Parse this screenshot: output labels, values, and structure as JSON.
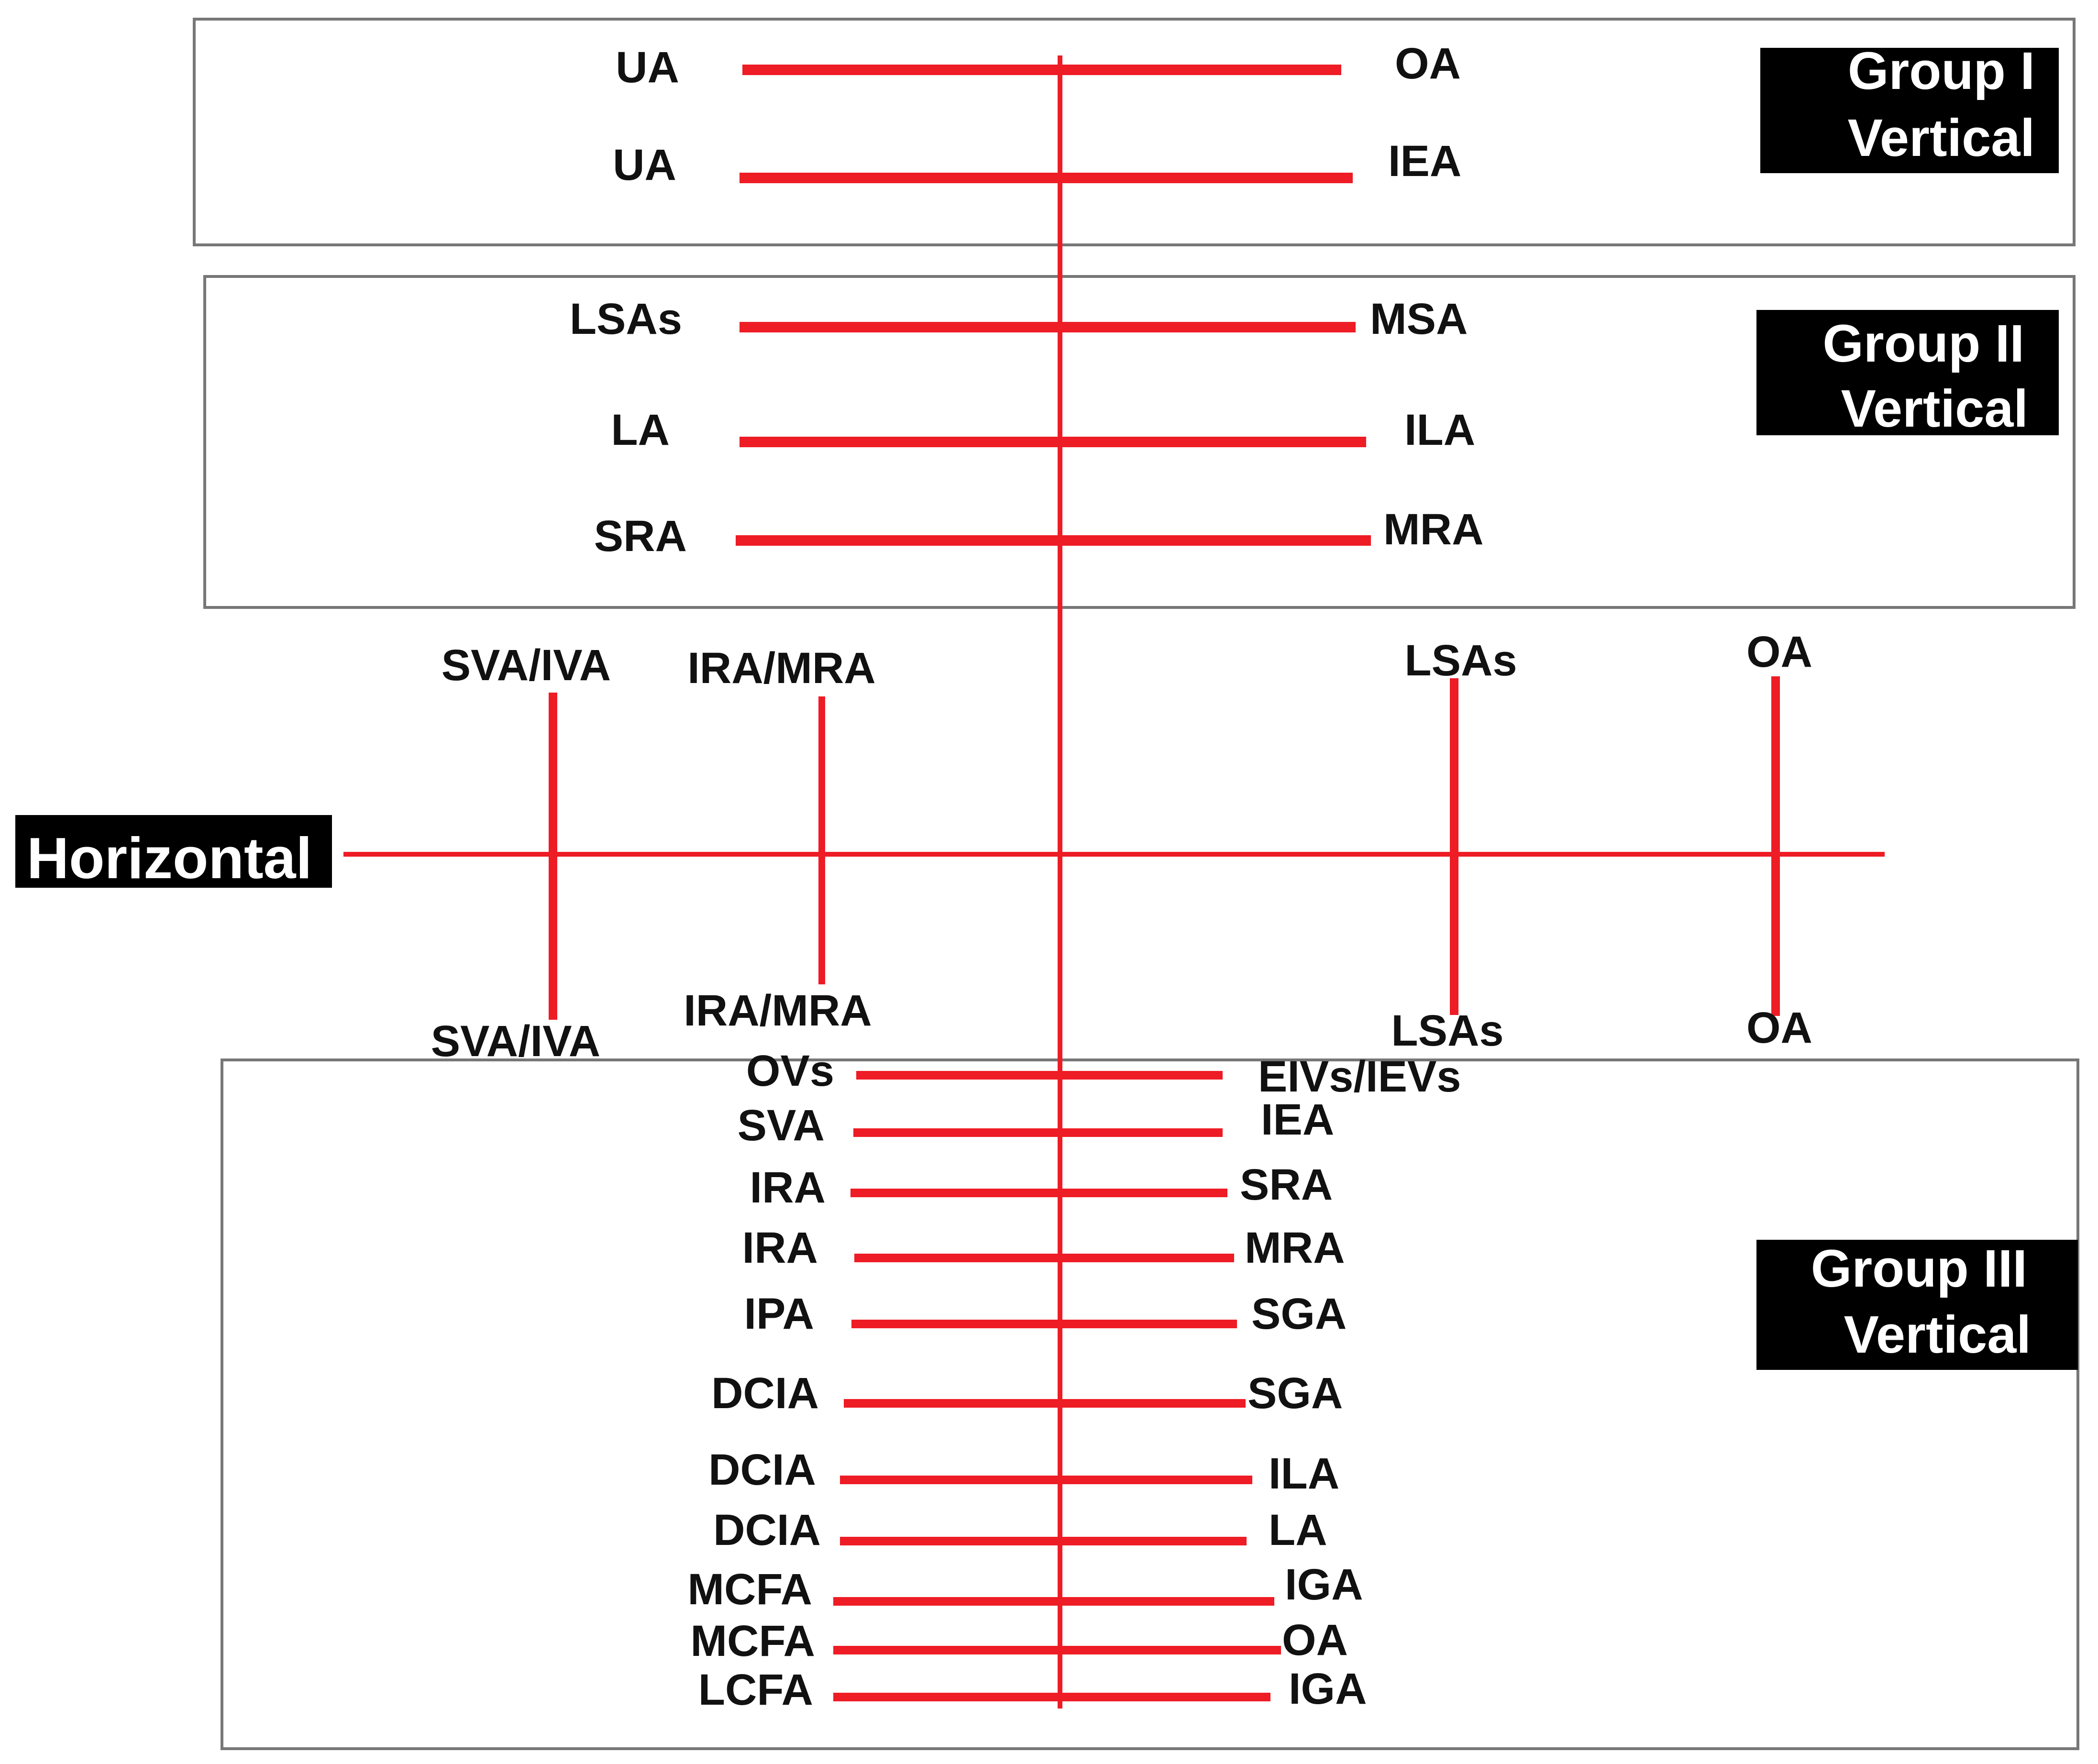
{
  "colors": {
    "connector": "#ee1c25",
    "label_box": "#000000",
    "box_border": "#777777"
  },
  "group1": {
    "label_line1": "Group I",
    "label_line2": "Vertical",
    "rows": [
      {
        "left": "UA",
        "right": "OA"
      },
      {
        "left": "UA",
        "right": "IEA"
      }
    ]
  },
  "group2": {
    "label_line1": "Group II",
    "label_line2": "Vertical",
    "rows": [
      {
        "left": "LSAs",
        "right": "MSA"
      },
      {
        "left": "LA",
        "right": "ILA"
      },
      {
        "left": "SRA",
        "right": "MRA"
      }
    ]
  },
  "horizontal": {
    "label": "Horizontal",
    "connectors": [
      {
        "top": "SVA/IVA",
        "bottom": "SVA/IVA"
      },
      {
        "top": "IRA/MRA",
        "bottom": "IRA/MRA"
      },
      {
        "top": "LSAs",
        "bottom": "LSAs"
      },
      {
        "top": "OA",
        "bottom": "OA"
      }
    ]
  },
  "group3": {
    "label_line1": "Group III",
    "label_line2": "Vertical",
    "rows": [
      {
        "left": "OVs",
        "right": "EIVs/IEVs"
      },
      {
        "left": "SVA",
        "right": "IEA"
      },
      {
        "left": "IRA",
        "right": "SRA"
      },
      {
        "left": "IRA",
        "right": "MRA"
      },
      {
        "left": "IPA",
        "right": "SGA"
      },
      {
        "left": "DCIA",
        "right": "SGA"
      },
      {
        "left": "DCIA",
        "right": "ILA"
      },
      {
        "left": "DCIA",
        "right": "LA"
      },
      {
        "left": "MCFA",
        "right": "IGA"
      },
      {
        "left": "MCFA",
        "right": "OA"
      },
      {
        "left": "LCFA",
        "right": "IGA"
      }
    ]
  }
}
